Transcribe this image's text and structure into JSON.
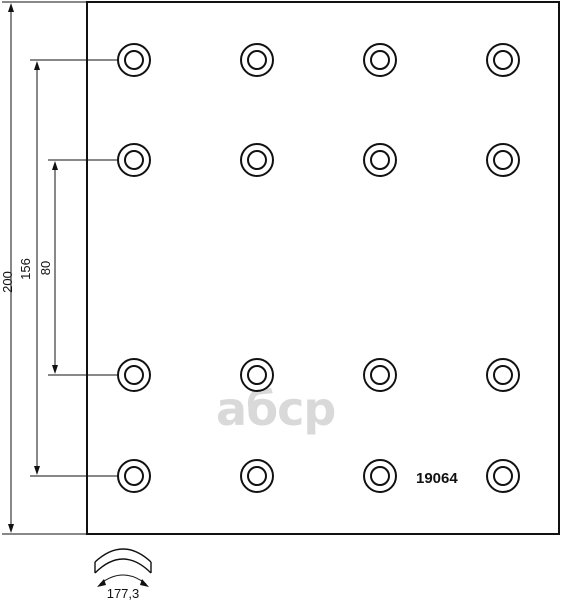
{
  "part_number": "19064",
  "watermark": "aбcp",
  "dimensions": {
    "height_total": "200",
    "hole_span_outer": "156",
    "hole_span_inner": "80",
    "arc_length": "177,3"
  },
  "hole_grid": {
    "rows": 4,
    "cols": 4
  },
  "colors": {
    "line": "#111111",
    "watermark": "#d9d9d9",
    "background": "#ffffff"
  }
}
